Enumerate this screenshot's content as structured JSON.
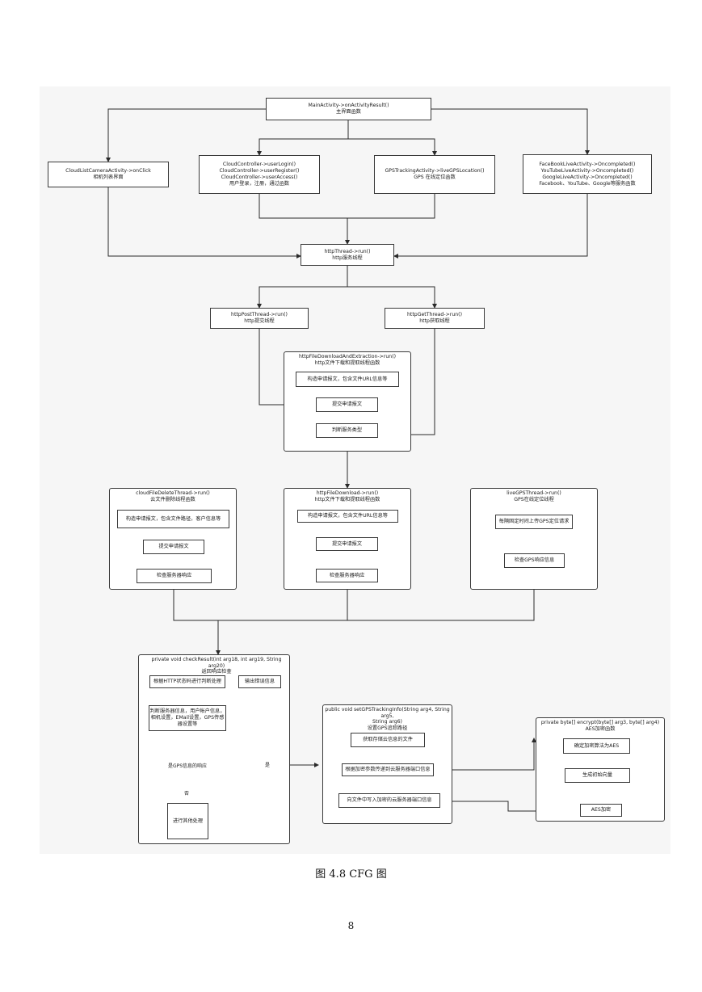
{
  "nodes": {
    "main": {
      "l1": "MainActivity->onActivityResult()",
      "l2": "主界面函数"
    },
    "camera_list": {
      "l1": "CloudListCameraActivity->onClick",
      "l2": "相机列表界面"
    },
    "cloud_controller": {
      "l1": "CloudController->userLogin()",
      "l2": "CloudController->userRegister()",
      "l3": "CloudController->userAccess()",
      "l4": "用户登录，注册，通过函数"
    },
    "gps_tracking": {
      "l1": "GPSTrackingActivity->liveGPSLocation()",
      "l2": "GPS 在线定位函数"
    },
    "live_activity": {
      "l1": "FaceBookLiveActivity->Oncompleted()",
      "l2": "YouTubeLiveActivity->Oncompleted()",
      "l3": "GoogleLiveActivity->Oncompleted()",
      "l4": "Facebook、YouTube、Google等服务函数"
    },
    "http_thread": {
      "l1": "httpThread->run()",
      "l2": "http服务线程"
    },
    "http_post": {
      "l1": "httpPostThread->run()",
      "l2": "http提交线程"
    },
    "http_get": {
      "l1": "httpGetThread->run()",
      "l2": "http获取线程"
    },
    "download_extract": {
      "title1": "httpFileDownloadAndExtraction->run()",
      "title2": "http文件下载和提取线程函数",
      "step1": "构造申请报文，包含文件URL信息等",
      "step2": "提交申请报文",
      "step3": "判断服务类型"
    },
    "cloud_delete": {
      "title1": "cloudFileDeleteThread->run()",
      "title2": "云文件删除线程函数",
      "step1": "构造申请报文，包含文件路径，客户信息等",
      "step2": "提交申请报文",
      "step3": "检查服务器响应"
    },
    "file_download": {
      "title1": "httpFileDownload->run()",
      "title2": "http文件下载和提取线程函数",
      "step1": "构造申请报文，包含文件URL信息等",
      "step2": "提交申请报文",
      "step3": "检查服务器响应"
    },
    "live_gps": {
      "title1": "liveGPSThread->run()",
      "title2": "GPS在线定位线程",
      "step1": "每隔固定时间上传GPS定位请求",
      "step2": "检查GPS响应信息"
    },
    "check_result": {
      "title1": "private void checkResult(int arg18, int arg19, String arg20)",
      "title2": "返回响应检查",
      "step1": "根据HTTP状态码进行判断处理",
      "output": "输出错误信息",
      "step2a": "判断服务器信息，用户帐户信息，",
      "step2b": "相机设置，EMail设置，GPS传感",
      "step2c": "器设置等",
      "decision": "是GPS信息的响应",
      "yes": "是",
      "no": "否",
      "other": "进行其他处理"
    },
    "set_gps": {
      "title1": "public void setGPSTrackingInfo(String arg4, String arg5,",
      "title2": "String arg6)",
      "title3": "设置GPS追踪路径",
      "step1": "获取存储云信息的文件",
      "step2": "根据加密参数传递到云服务器端口信息",
      "step3": "向文件中写入加密的云服务器端口信息"
    },
    "encrypt": {
      "title1": "private byte[] encrypt(byte[] arg3, byte[] arg4)",
      "title2": "AES加密函数",
      "step1": "确定加密算法为AES",
      "step2": "生成初始向量",
      "step3": "AES加密"
    }
  },
  "caption": "图 4.8 CFG 图",
  "page_number": "8"
}
